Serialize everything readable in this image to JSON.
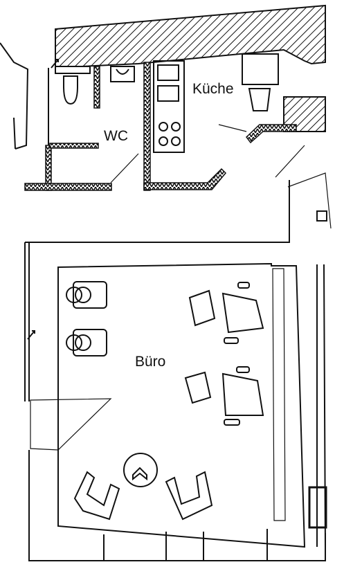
{
  "rooms": {
    "kitchen": "Küche",
    "wc": "WC",
    "office": "Büro"
  }
}
